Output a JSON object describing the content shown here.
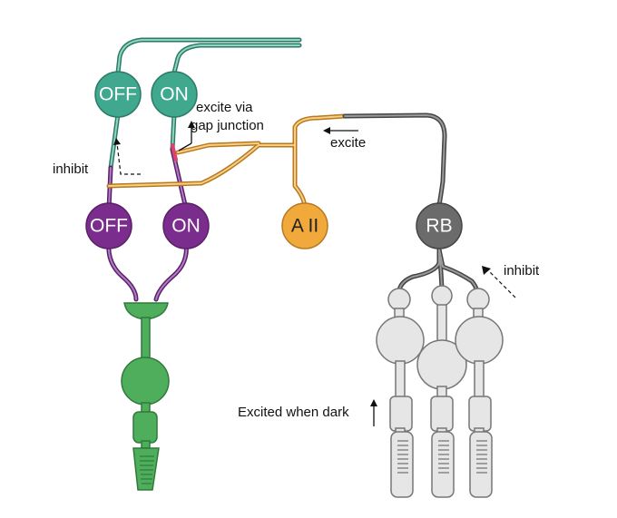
{
  "cells": {
    "ganglion_off": "OFF",
    "ganglion_on": "ON",
    "cone_bipolar_off": "OFF",
    "cone_bipolar_on": "ON",
    "amacrine": "A II",
    "rod_bipolar": "RB"
  },
  "annotations": {
    "excite_via_line1": "excite via",
    "excite_via_line2": "gap junction",
    "inhibit_left": "inhibit",
    "excite": "excite",
    "inhibit_right": "inhibit",
    "excited_when_dark": "Excited when dark"
  },
  "colors": {
    "ganglion": "#3fa88f",
    "bipolar": "#7b2d8e",
    "amacrine": "#f2a93b",
    "rod_bipolar": "#6b6b6b",
    "cone": "#4fae5c",
    "rod": "#e6e6e6",
    "gap_junction": "#e0416a"
  }
}
